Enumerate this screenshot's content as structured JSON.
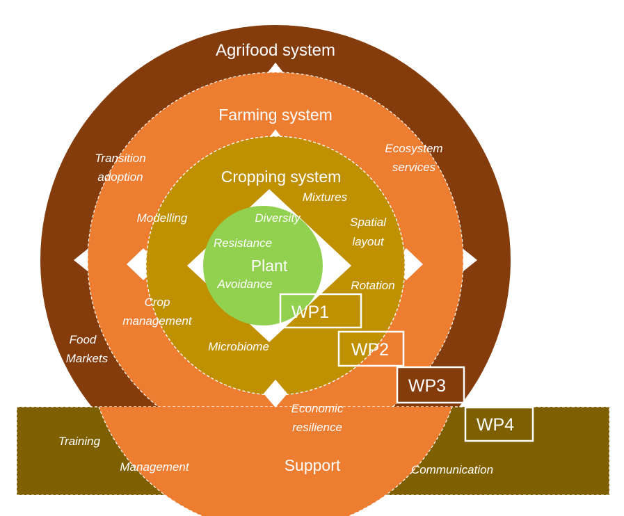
{
  "layers": {
    "agrifood": "Agrifood system",
    "farming": "Farming system",
    "cropping": "Cropping system",
    "plant": "Plant",
    "support": "Support"
  },
  "labels": {
    "transition_1": "Transition",
    "transition_2": "adoption",
    "ecosystem_1": "Ecosystem",
    "ecosystem_2": "services",
    "mixtures": "Mixtures",
    "modelling": "Modelling",
    "diversity": "Diversity",
    "spatial_1": "Spatial",
    "spatial_2": "layout",
    "resistance": "Resistance",
    "avoidance": "Avoidance",
    "rotation": "Rotation",
    "crop_mgmt_1": "Crop",
    "crop_mgmt_2": "management",
    "food_markets_1": "Food",
    "food_markets_2": "Markets",
    "microbiome": "Microbiome",
    "economic_1": "Economic",
    "economic_2": "resilience",
    "training": "Training",
    "management": "Management",
    "communication": "Communication"
  },
  "work_packages": [
    "WP1",
    "WP2",
    "WP3",
    "WP4"
  ],
  "colors": {
    "agrifood": "#843c0c",
    "farming": "#ed7d31",
    "cropping": "#bf9000",
    "plant": "#92d050",
    "support": "#7f6000",
    "wp3_fill": "#843c0c",
    "text": "#ffffff"
  }
}
